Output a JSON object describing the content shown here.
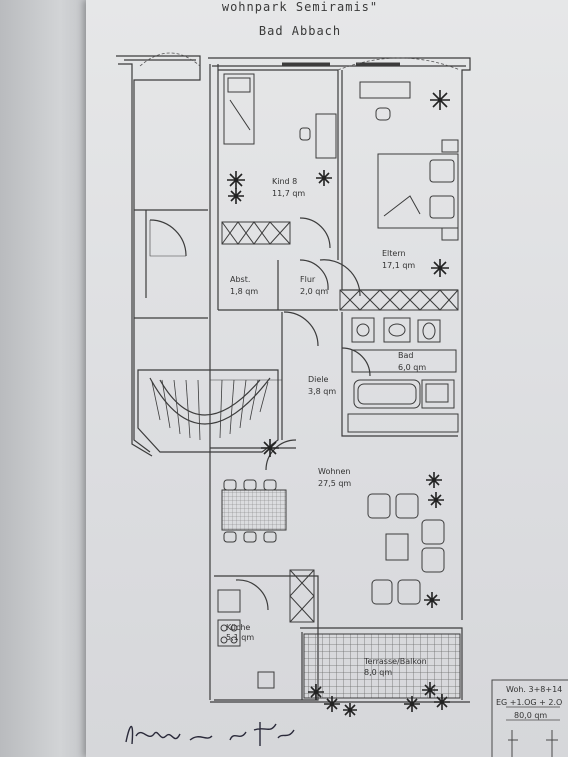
{
  "header": {
    "title": "wohnpark Semiramis\"",
    "location": "Bad Abbach"
  },
  "rooms": [
    {
      "id": "kind",
      "name": "Kind 8",
      "area": "11,7 qm"
    },
    {
      "id": "eltern",
      "name": "Eltern",
      "area": "17,1 qm"
    },
    {
      "id": "abst",
      "name": "Abst.",
      "area": "1,8 qm"
    },
    {
      "id": "flur",
      "name": "Flur",
      "area": "2,0 qm"
    },
    {
      "id": "bad",
      "name": "Bad",
      "area": "6,0 qm"
    },
    {
      "id": "diele",
      "name": "Diele",
      "area": "3,8 qm"
    },
    {
      "id": "wohnen",
      "name": "Wohnen",
      "area": "27,5 qm"
    },
    {
      "id": "kueche",
      "name": "Küche",
      "area": "5,1 qm"
    },
    {
      "id": "terrasse",
      "name": "Terrasse/Balkon",
      "area": "8,0 qm"
    }
  ],
  "legend": {
    "line1": "Woh. 3+8+14",
    "line2": "EG +1.OG + 2.O",
    "line3": "80,0 qm"
  },
  "colors": {
    "line": "#3c3c3c",
    "paper": "#e3e4e6"
  }
}
